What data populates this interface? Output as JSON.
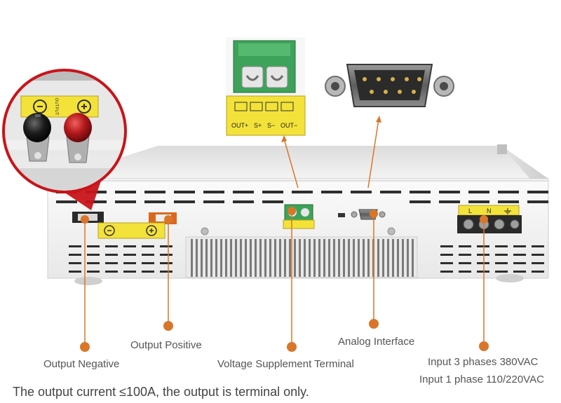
{
  "labels": {
    "output_negative": "Output Negative",
    "output_positive": "Output Positive",
    "voltage_supplement": "Voltage Supplement Terminal",
    "analog_interface": "Analog Interface",
    "input_line1": "Input 3 phases 380VAC",
    "input_line2": "Input 1 phase 110/220VAC"
  },
  "terminal_labels": {
    "out_plus": "OUT+",
    "s_plus": "S+",
    "s_minus": "S−",
    "out_minus": "OUT−"
  },
  "ac_labels": {
    "l": "L",
    "n": "N"
  },
  "output_plate": {
    "text": "OUTPUT"
  },
  "caption": "The output current ≤100A, the output is terminal only.",
  "colors": {
    "callout": "#d9762a",
    "warning_yellow": "#f3e23a",
    "terminal_green": "#3ea35a",
    "chassis": "#f2f2f2",
    "red_knob": "#a8161a"
  }
}
